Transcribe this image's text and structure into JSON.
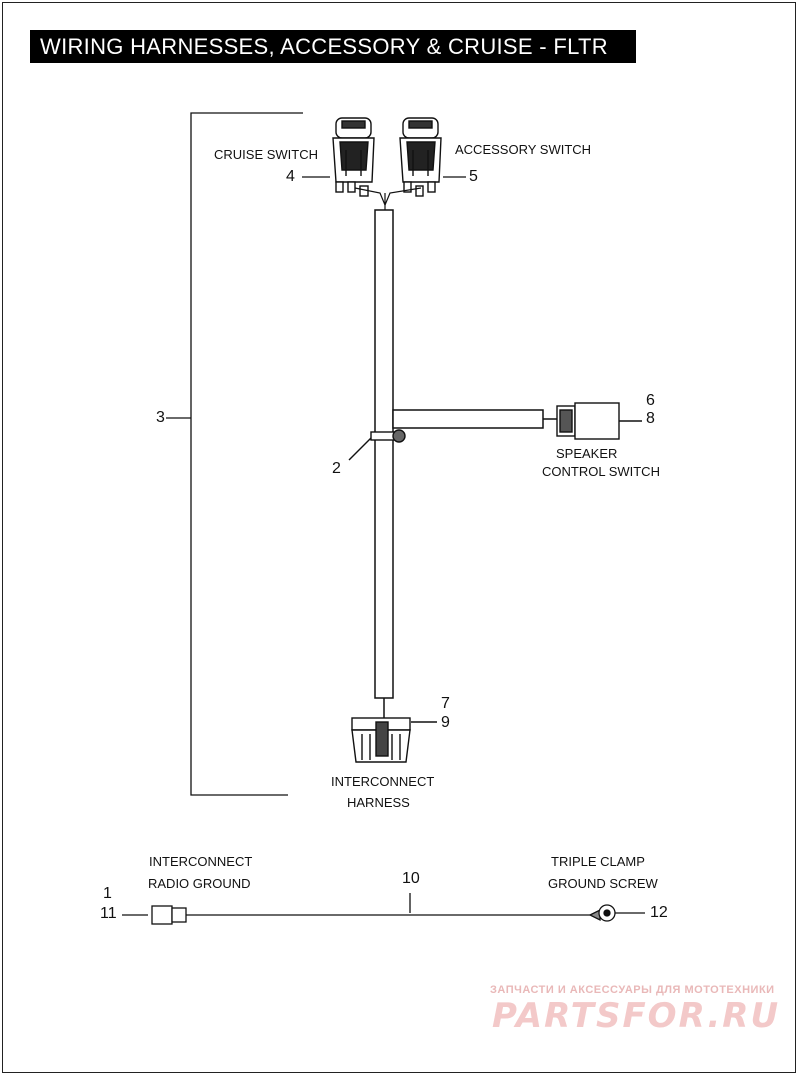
{
  "title": "WIRING HARNESSES, ACCESSORY & CRUISE - FLTR",
  "labels": {
    "cruise_switch": "CRUISE SWITCH",
    "accessory_switch": "ACCESSORY SWITCH",
    "speaker_line1": "SPEAKER",
    "speaker_line2": "CONTROL SWITCH",
    "interconnect_line1": "INTERCONNECT",
    "interconnect_line2": "HARNESS",
    "radio_ground_line1": "INTERCONNECT",
    "radio_ground_line2": "RADIO GROUND",
    "triple_clamp_line1": "TRIPLE CLAMP",
    "triple_clamp_line2": "GROUND SCREW"
  },
  "callouts": {
    "n1": "1",
    "n2": "2",
    "n3": "3",
    "n4": "4",
    "n5": "5",
    "n6": "6",
    "n7": "7",
    "n8": "8",
    "n9": "9",
    "n10": "10",
    "n11": "11",
    "n12": "12"
  },
  "watermark": {
    "tagline": "ЗАПЧАСТИ И АКСЕССУАРЫ ДЛЯ МОТОТЕХНИКИ",
    "brand": "PARTSFOR.RU"
  },
  "colors": {
    "title_bg": "#000000",
    "title_fg": "#ffffff",
    "line": "#111111",
    "watermark": "#e8a6a6"
  }
}
